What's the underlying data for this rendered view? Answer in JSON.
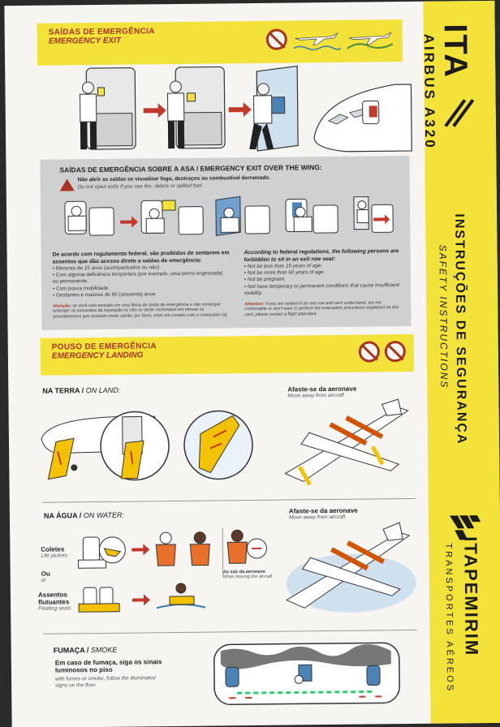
{
  "sidebar": {
    "logo": "ITA",
    "model": "AIRBUS A320",
    "title_pt": "INSTRUÇÕES DE SEGURANÇA",
    "title_en": "SAFETY INSTRUCTIONS",
    "brand": "ITAPEMIRIM",
    "brand_sub": "TRANSPORTES AÉREOS"
  },
  "emergency_exit": {
    "title_pt": "SAÍDAS DE EMERGÊNCIA",
    "title_en": "EMERGENCY EXIT"
  },
  "wing_exit": {
    "title": "SAÍDAS DE EMERGÊNCIA SOBRE A ASA / EMERGENCY EXIT OVER THE WING:",
    "warning_pt": "Não abrir as saídas se visualizar fogo, destroços ou combustível derramado.",
    "warning_en": "Do not open exits if you see fire, debris or spilled fuel.",
    "pt_heading": "De acordo com regulamento federal, são proibidos de sentarem em assentos que dão acesso direto a saídas de emergência:",
    "pt_items": [
      "• Menores de 15 anos (acompanhados ou não).",
      "• Com alguma deficiência temporária (por exemplo, uma perna engessada) ou permanente.",
      "• Com pouca mobilidade.",
      "• Gestantes e maiores de 60 (sessenta) anos."
    ],
    "pt_attention_label": "Atenção:",
    "pt_attention": "se você está sentado em uma fileira de saída de emergência e não consegue entender os comandos da tripulação ou não se sente confortável em efetuar os procedimentos que constam neste cartão, por favor, entre em contato com o comissário (a).",
    "en_heading": "According to federal regulations, the following persons are forbidden to sit in an exit row seat:",
    "en_items": [
      "• Not be less than 15 years of age.",
      "• Not be more than 60 years of age.",
      "• Not be pregnant.",
      "• Not have temporary or permanent conditions that cause insufficient mobility."
    ],
    "en_attention_label": "Attention:",
    "en_attention": "if you are seated in an exit row and can't understand, are not comfortable or don't want to perform the evacuation procedures explained on this card, please contact a flight attendant."
  },
  "landing": {
    "title_pt": "POUSO DE EMERGÊNCIA",
    "title_en": "EMERGENCY LANDING",
    "on_land_pt": "NA TERRA /",
    "on_land_en": "ON LAND:",
    "move_away_pt": "Afaste-se da aeronave",
    "move_away_en": "Move away from aircraft",
    "on_water_pt": "NA ÁGUA /",
    "on_water_en": "ON WATER:",
    "life_jackets_pt": "Coletes",
    "life_jackets_en": "Life jackets",
    "or_pt": "Ou",
    "or_en": "or",
    "floating_pt": "Assentos flutuantes",
    "floating_en": "Floating seats",
    "leaving_pt": "Ao sair da aeronave",
    "leaving_en": "When leaving the aircraft",
    "move_away2_pt": "Afaste-se da aeronave",
    "move_away2_en": "Move away from aircraft"
  },
  "smoke": {
    "title_pt": "FUMAÇA /",
    "title_en": "SMOKE",
    "text_pt": "Em caso de fumaça, siga os sinais luminosos no piso",
    "text_en": "with fumes or smoke, follow the illuminated signs on the floor"
  },
  "colors": {
    "yellow": "#f2e23a",
    "red": "#a8331f",
    "grey_panel": "#cfd0d2"
  }
}
